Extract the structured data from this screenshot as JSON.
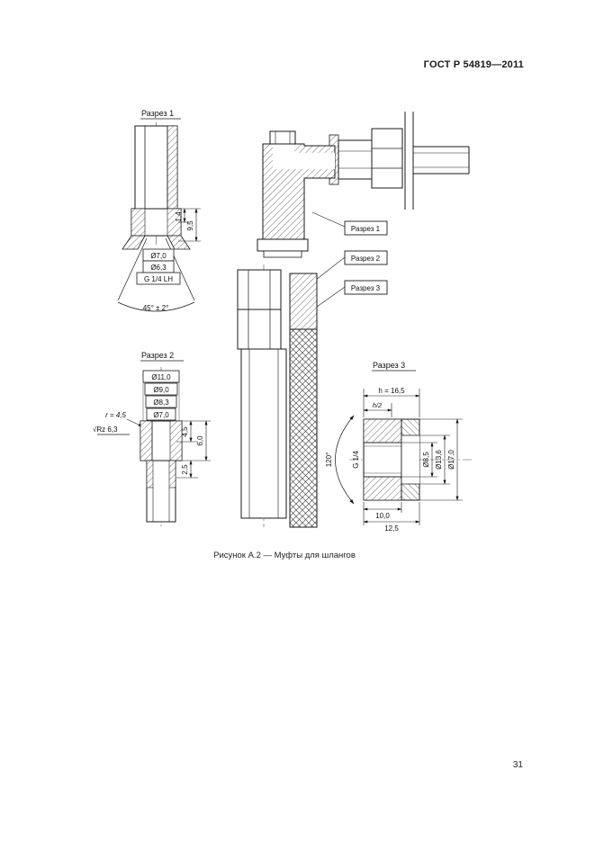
{
  "page": {
    "header": "ГОСТ Р 54819—2011",
    "caption": "Рисунок  А.2 — Муфты для шлангов",
    "page_number": "31"
  },
  "section1": {
    "title": "Разрез 1",
    "dim_height_small": "1,4",
    "dim_height_large": "9,5",
    "dim_d1": "Ø7,0",
    "dim_d2": "Ø6,3",
    "dim_thread": "G 1/4 LH",
    "dim_angle": "45° ± 2°"
  },
  "assembly": {
    "label1": "Разрез 1",
    "label2": "Разрез 2",
    "label3": "Разрез 3"
  },
  "section2": {
    "title": "Разрез 2",
    "dim_d1": "Ø11,0",
    "dim_d2": "Ø9,0",
    "dim_d3": "Ø8,3",
    "dim_d4": "Ø7,0",
    "dim_radius": "r = 4,5",
    "dim_roughness": "√Rz 6,3",
    "dim_v1": "4,5",
    "dim_v2": "6,0",
    "dim_v3": "2,5"
  },
  "section3": {
    "title": "Разрез 3",
    "dim_h": "h = 16,5",
    "dim_h2": "h/2",
    "dim_thread": "G 1/4",
    "dim_angle": "120°",
    "dim_d1": "Ø8,5",
    "dim_d2": "Ø13,6",
    "dim_d3": "Ø17,0",
    "dim_b1": "10,0",
    "dim_b2": "12,5"
  }
}
